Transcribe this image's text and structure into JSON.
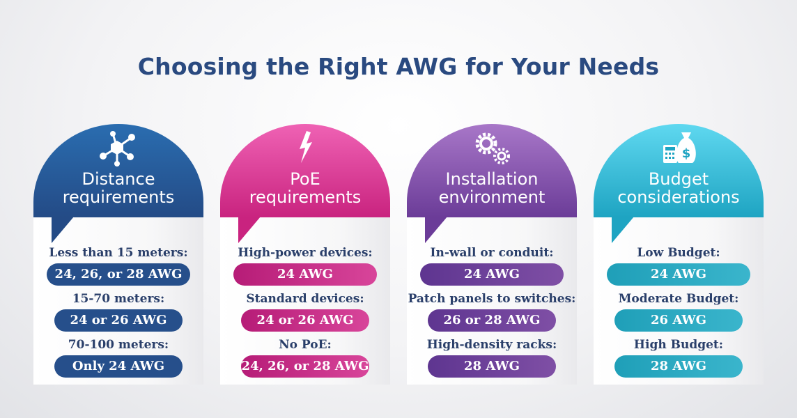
{
  "title": "Choosing the Right AWG for Your Needs",
  "cards": [
    {
      "icon": "network-hub-icon",
      "title1": "Distance",
      "title2": "requirements",
      "rows": [
        {
          "label": "Less than 15 meters:",
          "value": "24, 26, or 28 AWG"
        },
        {
          "label": "15-70 meters:",
          "value": "24 or 26 AWG"
        },
        {
          "label": "70-100 meters:",
          "value": "Only 24 AWG"
        }
      ]
    },
    {
      "icon": "lightning-bolt-icon",
      "title1": "PoE",
      "title2": "requirements",
      "rows": [
        {
          "label": "High-power devices:",
          "value": "24 AWG"
        },
        {
          "label": "Standard devices:",
          "value": "24 or 26 AWG"
        },
        {
          "label": "No PoE:",
          "value": "24, 26, or 28 AWG"
        }
      ]
    },
    {
      "icon": "gears-icon",
      "title1": "Installation",
      "title2": "environment",
      "rows": [
        {
          "label": "In-wall or conduit:",
          "value": "24 AWG"
        },
        {
          "label": "Patch panels to switches:",
          "value": "26 or 28 AWG"
        },
        {
          "label": "High-density racks:",
          "value": "28 AWG"
        }
      ]
    },
    {
      "icon": "money-bag-calculator-icon",
      "title1": "Budget",
      "title2": "considerations",
      "rows": [
        {
          "label": "Low Budget:",
          "value": "24 AWG"
        },
        {
          "label": "Moderate Budget:",
          "value": "26 AWG"
        },
        {
          "label": "High Budget:",
          "value": "28 AWG"
        }
      ]
    }
  ],
  "colors": {
    "title": "#2a4a80",
    "distance": "#244b86",
    "poe": "#c9237f",
    "installation": "#6b3c98",
    "budget": "#1ea4c2"
  }
}
